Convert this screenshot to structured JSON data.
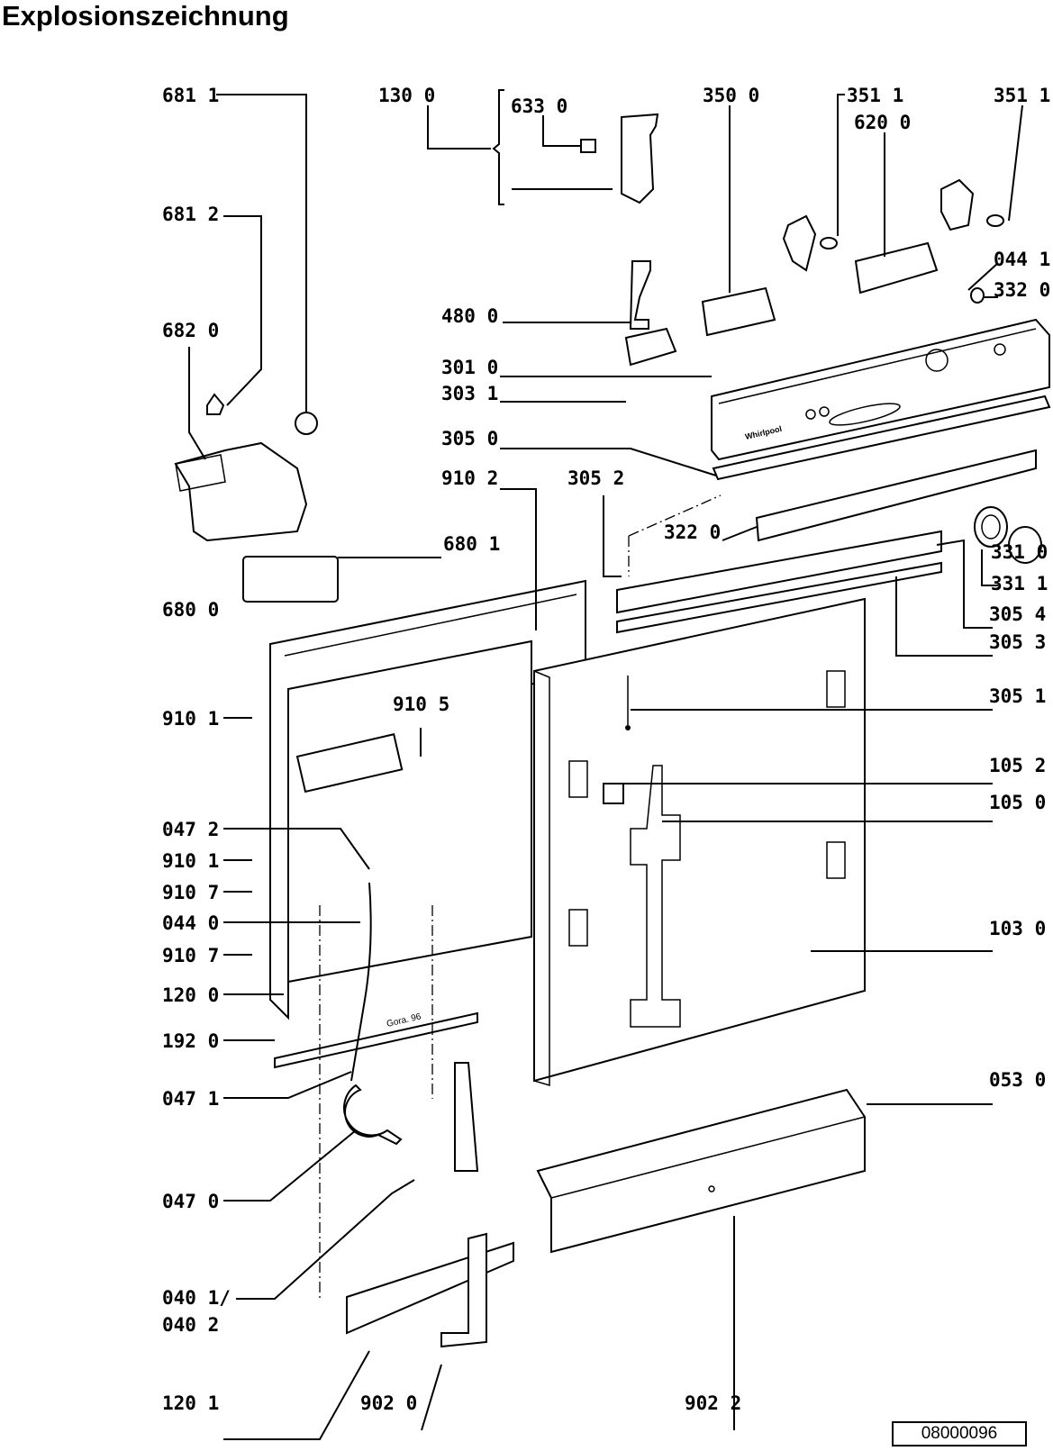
{
  "title": "Explosionszeichnung",
  "drawing_number": "08000096",
  "brand_on_panel": "Whirlpool",
  "part_stamp": "Gora. 96",
  "labels": [
    "681 1",
    "130 0",
    "633 0",
    "350 0",
    "351 1",
    "620 0",
    "351 1",
    "681 2",
    "044 1",
    "332 0",
    "480 0",
    "682 0",
    "301 0",
    "303 1",
    "305 0",
    "910 2",
    "305 2",
    "322 0",
    "680 1",
    "331 0",
    "331 1",
    "680 0",
    "305 4",
    "305 3",
    "910 1",
    "910 5",
    "305 1",
    "105 2",
    "105 0",
    "047 2",
    "910 1",
    "910 7",
    "044 0",
    "103 0",
    "910 7",
    "120 0",
    "192 0",
    "053 0",
    "047 1",
    "047 0",
    "040 1/",
    "040 2",
    "120 1",
    "902 0",
    "902 2"
  ]
}
